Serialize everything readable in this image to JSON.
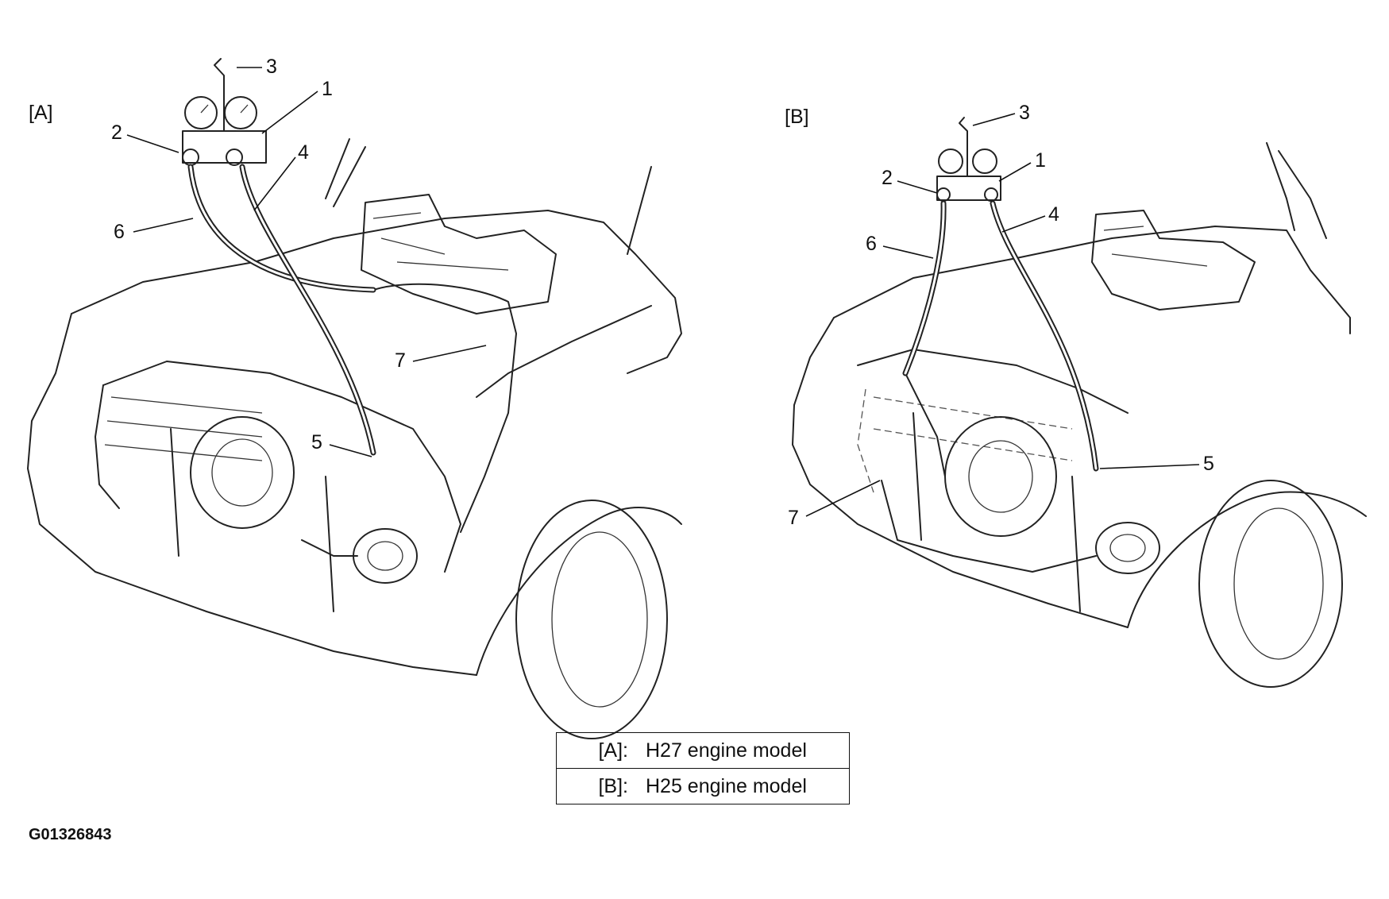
{
  "panels": [
    {
      "tag": "[A]",
      "callouts": {
        "c1": "1",
        "c2": "2",
        "c3": "3",
        "c4": "4",
        "c5": "5",
        "c6": "6",
        "c7": "7"
      }
    },
    {
      "tag": "[B]",
      "callouts": {
        "c1": "1",
        "c2": "2",
        "c3": "3",
        "c4": "4",
        "c5": "5",
        "c6": "6",
        "c7": "7"
      }
    }
  ],
  "legend": [
    {
      "key": "[A]:",
      "text": "H27 engine model"
    },
    {
      "key": "[B]:",
      "text": "H25 engine model"
    }
  ],
  "figure_id": "G01326843"
}
